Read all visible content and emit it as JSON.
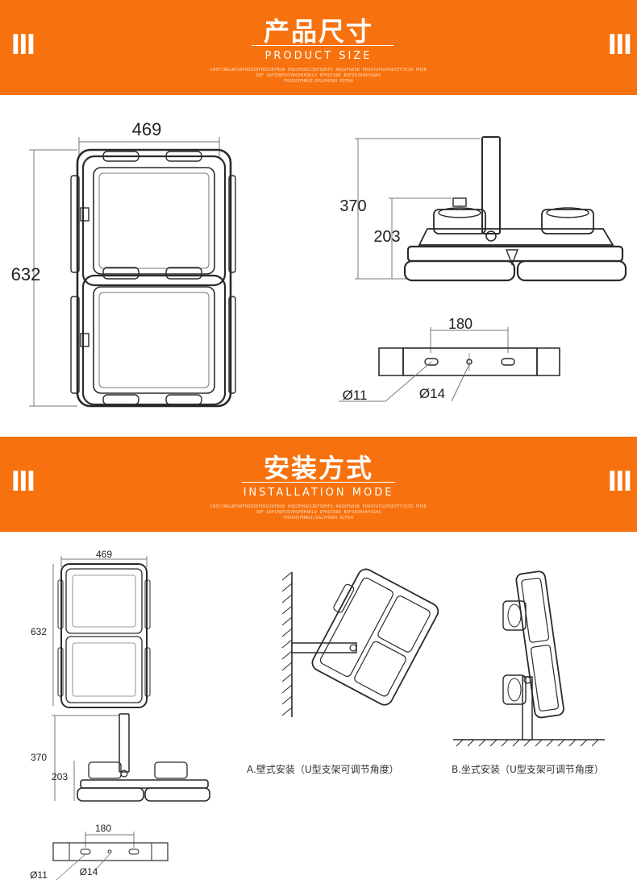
{
  "section1": {
    "bars_glyph": "III",
    "title": "产品尺寸",
    "subtitle": "PRODUCT SIZE",
    "filler_lines": [
      "CNSFJNALNFSDFNSDJKFHSDJKFBSB HSDIFHSDJIKFSDHFS ADSUFGDSK FDGSYUFGSFGDIFFJSID FHSB",
      "SDF SDFIHDFUIVHSFKHSKLV DFHUIVRE BVFSDJHVAYUGHS",
      "FHSDUIFHNSI/DSLFHSKH DIFDH"
    ],
    "front_dims": {
      "width": "469",
      "height": "632"
    },
    "side_dims": {
      "total_height": "370",
      "body_height": "203"
    },
    "bracket_dims": {
      "spacing": "180",
      "slot": "Ø11",
      "hole": "Ø14"
    }
  },
  "section2": {
    "bars_glyph": "III",
    "title": "安装方式",
    "subtitle": "INSTALLATION MODE",
    "filler_lines": [
      "CNSFJNALNFSDFNSDJKFHSDJKFBSB HSDIFHSDJIKFSDHFS ADSUFGDSK FDGSYUFGSFGDIFFJSID FHSB",
      "SDF SDFIHDFUIVHSFKHSKLV DFHUIVRE BVFSDJHVAYUGHS",
      "FHSDUIFHNSI/DSLFHSKH DIFDH"
    ],
    "front_dims": {
      "width": "469",
      "height": "632"
    },
    "side_dims": {
      "total_height": "370",
      "body_height": "203"
    },
    "bracket_dims": {
      "spacing": "180",
      "slot": "Ø11",
      "hole": "Ø14"
    },
    "caption_a": "A.壁式安装（U型支架可调节角度）",
    "caption_b": "B.坐式安装（U型支架可调节角度）"
  },
  "colors": {
    "banner": "#f7720e",
    "line": "#2a2a2a",
    "dim_line": "#777777"
  }
}
